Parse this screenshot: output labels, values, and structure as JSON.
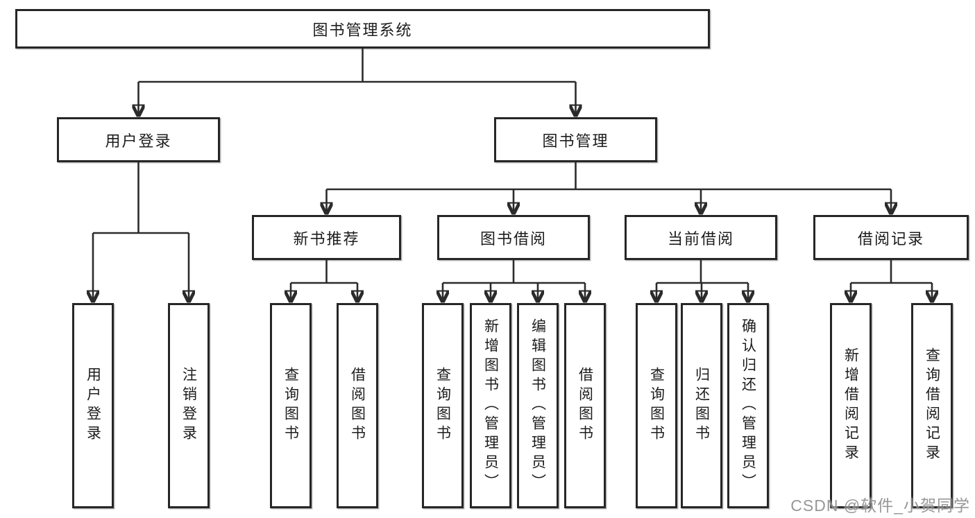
{
  "diagram": {
    "root": {
      "label": "图书管理系统"
    },
    "level2": [
      {
        "label": "用户登录"
      },
      {
        "label": "图书管理"
      }
    ],
    "level3": [
      {
        "label": "新书推荐"
      },
      {
        "label": "图书借阅"
      },
      {
        "label": "当前借阅"
      },
      {
        "label": "借阅记录"
      }
    ],
    "leaves": {
      "user_login": [
        "用户登录",
        "注销登录"
      ],
      "new_book": [
        "查询图书",
        "借阅图书"
      ],
      "book_borrow": [
        "查询图书",
        "新增图书（管理员）",
        "编辑图书（管理员）",
        "借阅图书"
      ],
      "current_borrow": [
        "查询图书",
        "归还图书",
        "确认归还（管理员）"
      ],
      "borrow_record": [
        "新增借阅记录",
        "查询借阅记录"
      ]
    },
    "watermark": "CSDN @软件_小贺同学",
    "colors": {
      "line": "#2b2b2b",
      "border": "#262626",
      "text": "#1c1c1c",
      "background": "#ffffff",
      "watermark": "#808080"
    }
  }
}
